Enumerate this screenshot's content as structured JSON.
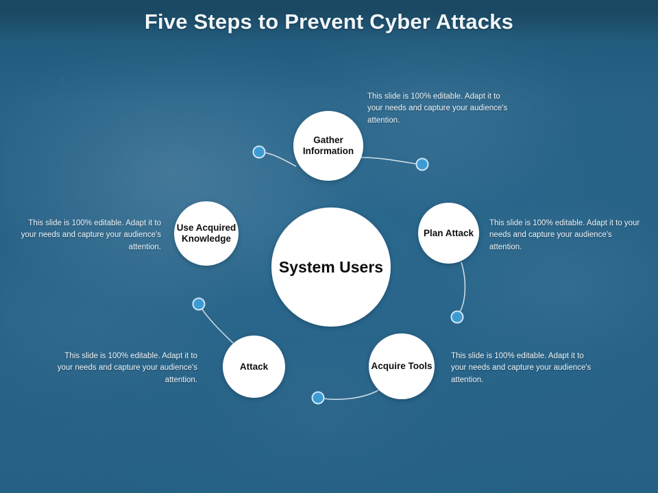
{
  "slide": {
    "title": "Five Steps to Prevent Cyber Attacks",
    "background_color": "#2b688e",
    "title_color": "#f2f7fa",
    "node_fill_color": "#ffffff",
    "node_text_color": "#0d0d0d",
    "accent_dot_color": "#3d9bd4",
    "connector_color": "#e8f2f8"
  },
  "center": {
    "label": "System Users"
  },
  "nodes": [
    {
      "id": "gather-information",
      "label": "Gather Information"
    },
    {
      "id": "plan-attack",
      "label": "Plan Attack"
    },
    {
      "id": "acquire-tools",
      "label": "Acquire Tools"
    },
    {
      "id": "attack",
      "label": "Attack"
    },
    {
      "id": "use-acquired-knowledge",
      "label": "Use Acquired Knowledge"
    }
  ],
  "blurbs": {
    "top_right": "This slide is 100% editable. Adapt it to your needs and capture your audience's attention.",
    "right": "This slide is 100% editable. Adapt it to your needs and capture your audience's attention.",
    "left": "This slide is 100% editable. Adapt it to your needs and capture your audience's attention.",
    "bottom_left": "This slide is 100% editable. Adapt it to your needs and capture your audience's attention.",
    "bottom_right": "This slide is 100% editable. Adapt it to your needs and capture your audience's attention."
  }
}
